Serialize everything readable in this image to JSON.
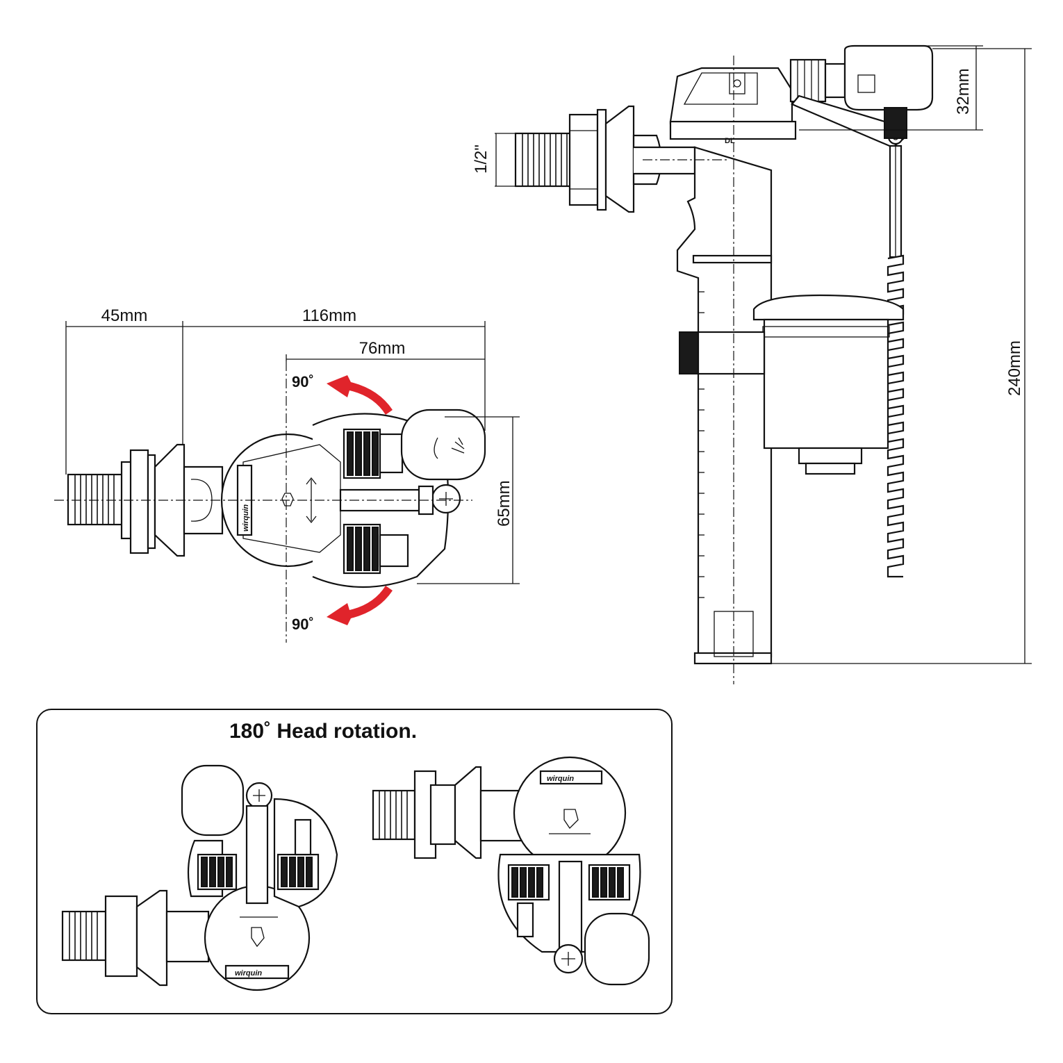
{
  "dimensions": {
    "thread_size": "1/2\"",
    "head_height": "32mm",
    "total_height": "240mm",
    "shank_length": "45mm",
    "total_width": "116mm",
    "head_offset": "76mm",
    "head_depth": "65mm"
  },
  "rotation": {
    "upper_angle": "90˚",
    "lower_angle": "90˚"
  },
  "labels": {
    "valve_mark": "DL",
    "brand": "wirquin"
  },
  "inset": {
    "title": "180˚ Head rotation."
  },
  "colors": {
    "arrow": "#e0242b",
    "line": "#111111"
  }
}
